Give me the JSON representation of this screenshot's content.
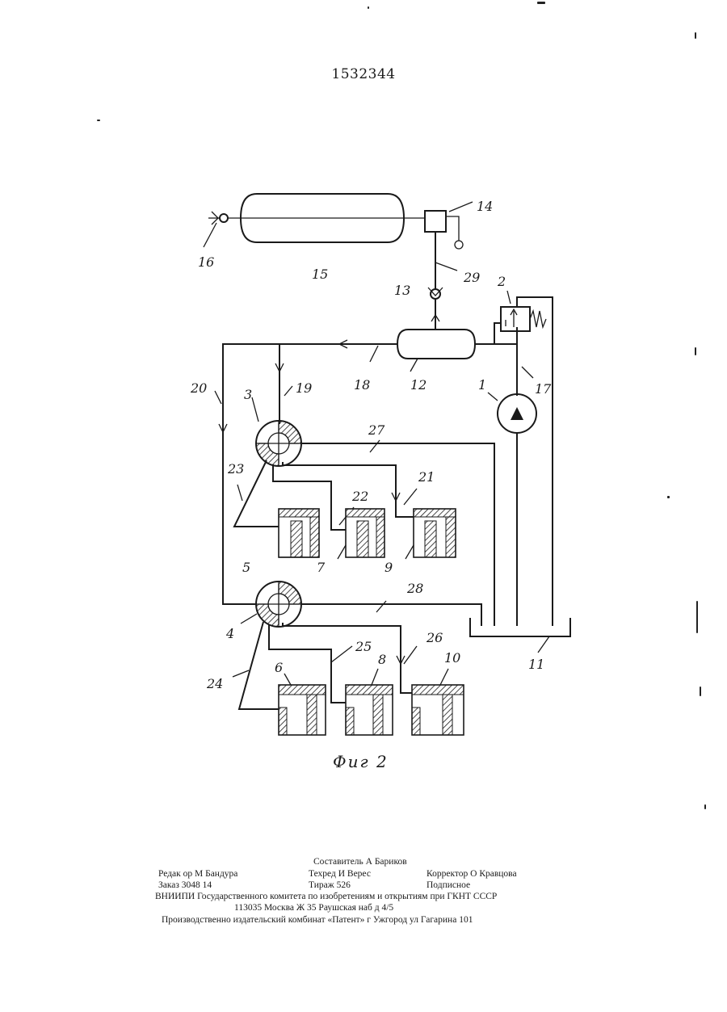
{
  "header": {
    "patent_number": "1532344"
  },
  "figure": {
    "caption": "Фиг 2",
    "labels": {
      "n1": "1",
      "n2": "2",
      "n3": "3",
      "n4": "4",
      "n5": "5",
      "n6": "6",
      "n7": "7",
      "n8": "8",
      "n9": "9",
      "n10": "10",
      "n11": "11",
      "n12": "12",
      "n13": "13",
      "n14": "14",
      "n15": "15",
      "n16": "16",
      "n17": "17",
      "n18": "18",
      "n19": "19",
      "n20": "20",
      "n21": "21",
      "n22": "22",
      "n23": "23",
      "n24": "24",
      "n25": "25",
      "n26": "26",
      "n27": "27",
      "n28": "28",
      "n29": "29"
    }
  },
  "imprint": {
    "compiler": "Составитель А  Бариков",
    "editor": "Редак ор М  Бандура",
    "techred": "Техред И  Верес",
    "corrector": "Корректор О  Кравцова",
    "order": "Заказ 3048 14",
    "circulation": "Тираж 526",
    "subscription": "Подписное",
    "institute": "ВНИИПИ Государственного комитета по изобретениям и открытиям при ГКНТ СССР",
    "address": "113035   Москва   Ж   35   Раушская   наб     д   4/5",
    "publisher": "Производственно издательский комбинат «Патент»   г   Ужгород  ул  Гагарина  101"
  }
}
